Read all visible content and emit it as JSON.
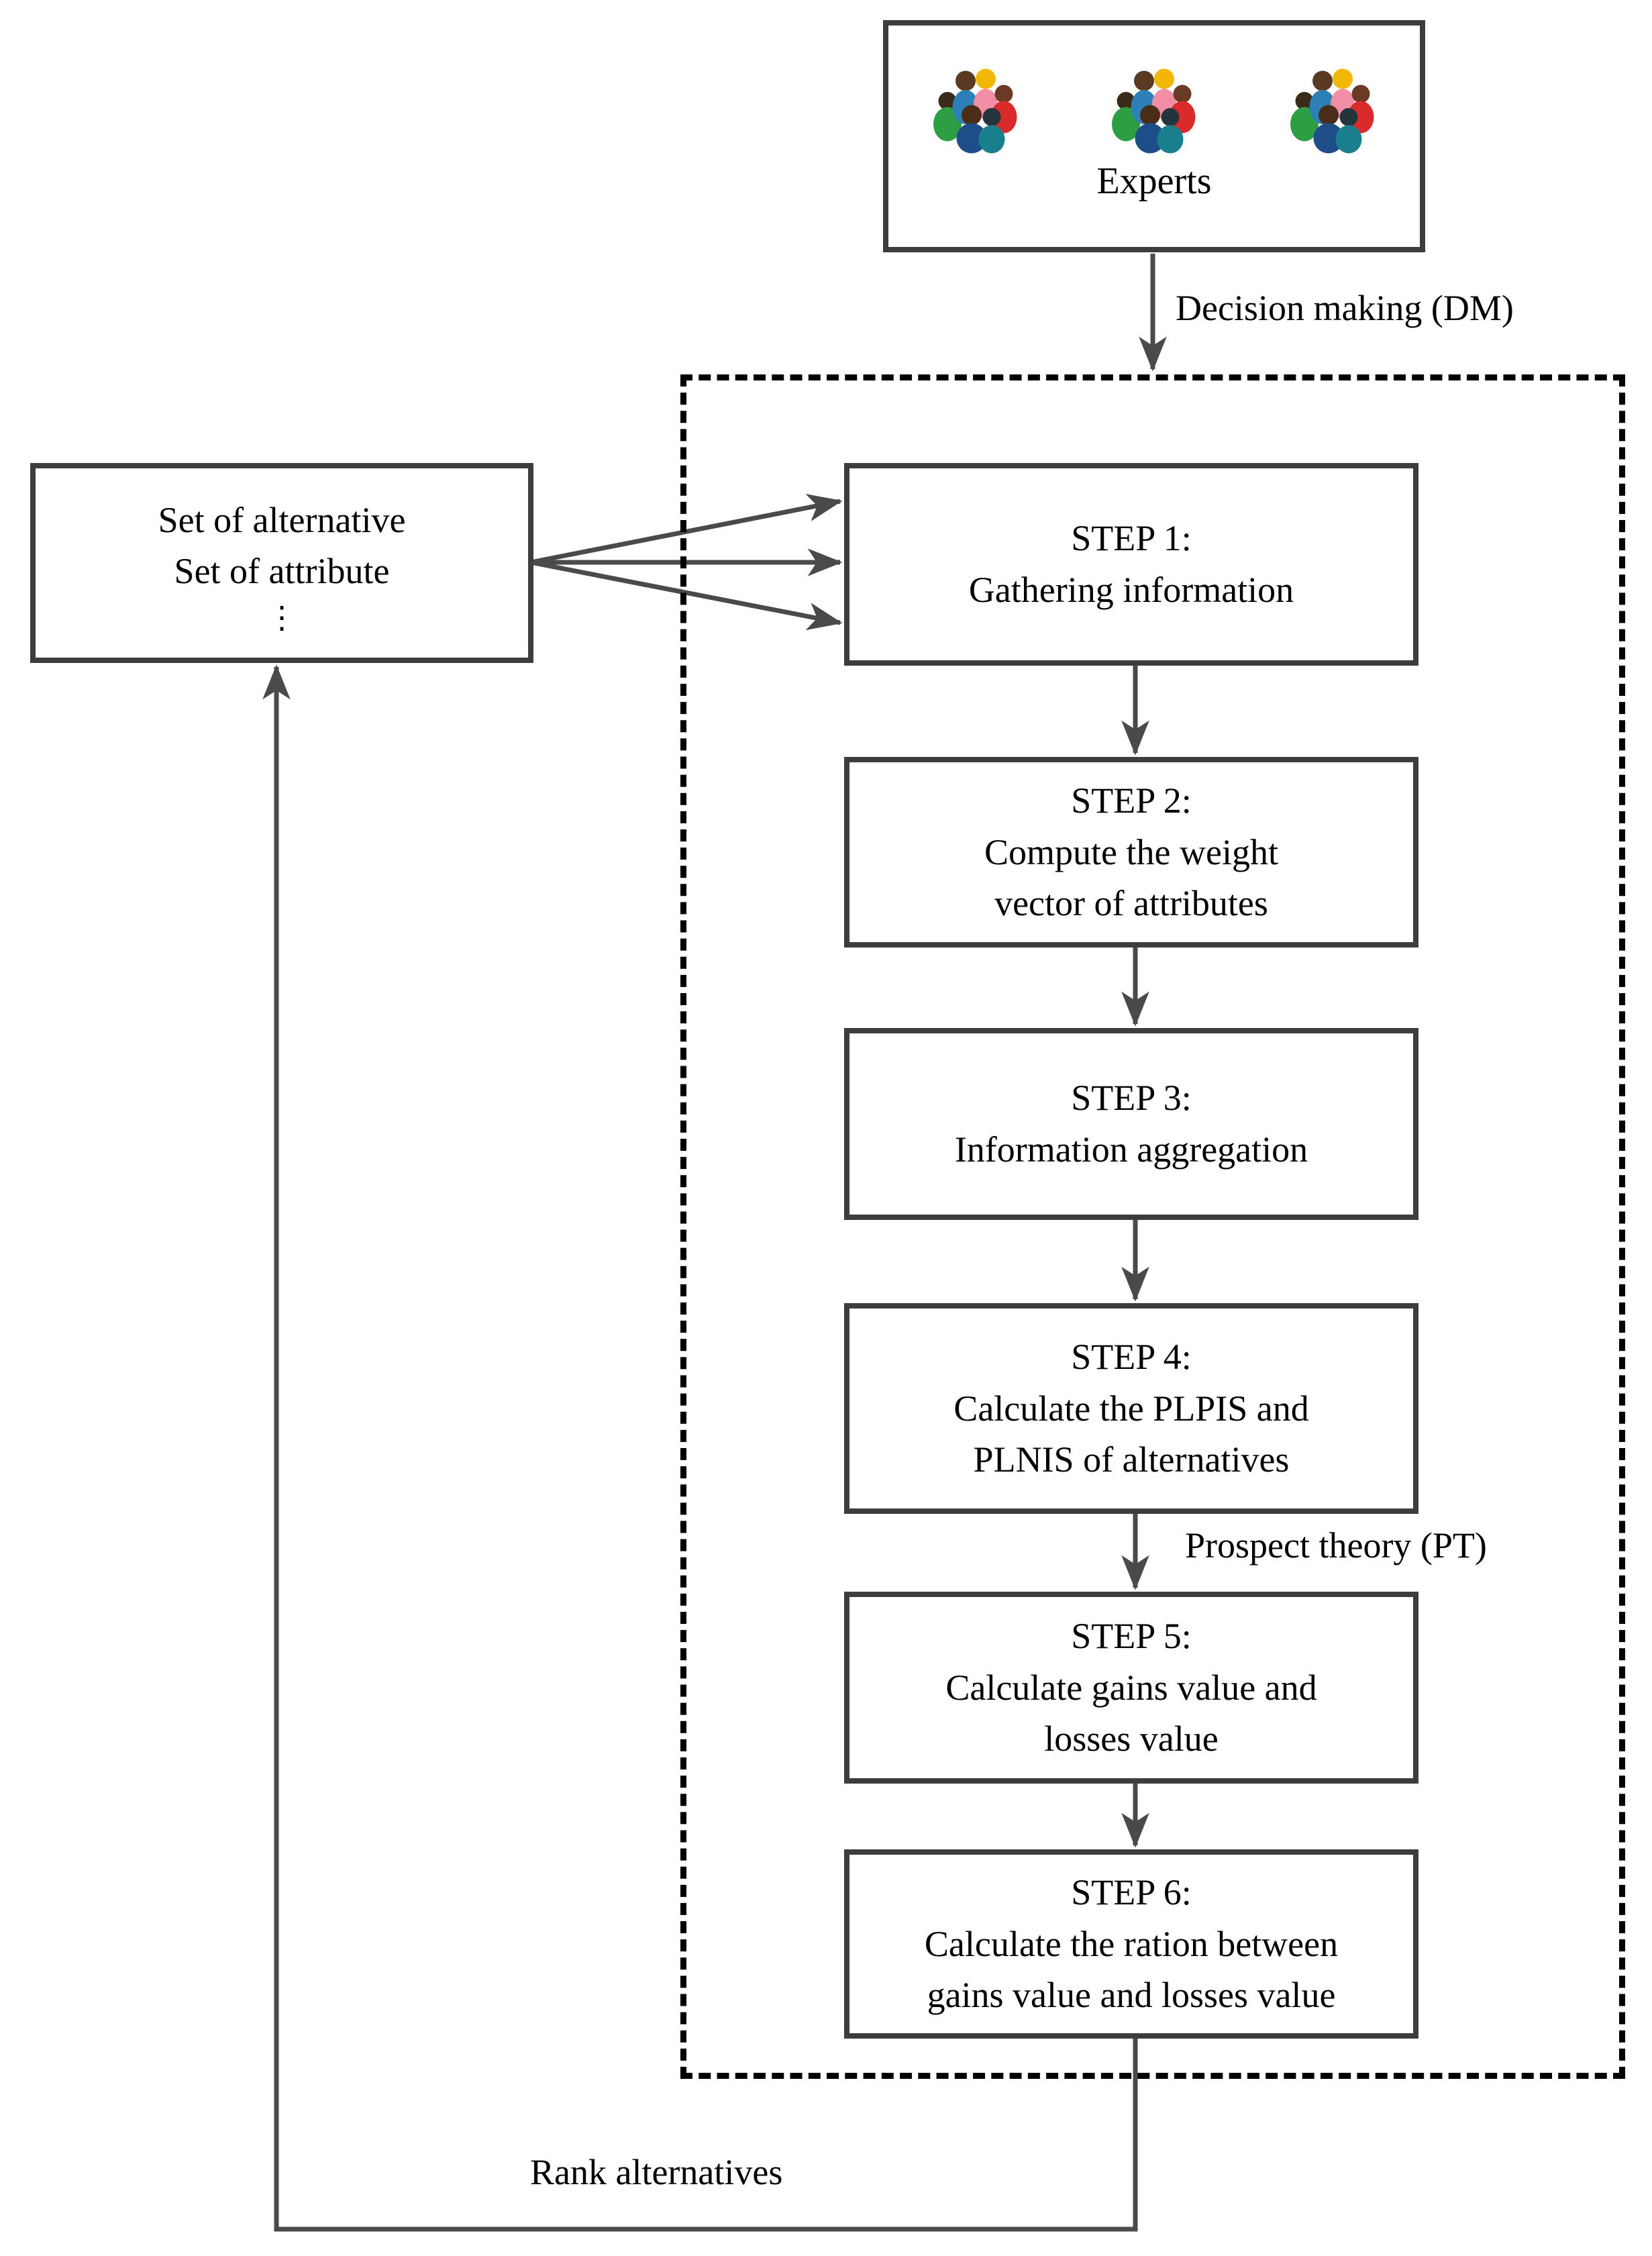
{
  "experts": {
    "label": "Experts",
    "group_icon": "people-group-icon",
    "group_count": 3
  },
  "input_box": {
    "text": "Set of alternative\nSet of attribute",
    "ellipsis": "⋮"
  },
  "flow_labels": {
    "decision_making": "Decision making (DM)",
    "prospect_theory": "Prospect theory (PT)",
    "rank_alternatives": "Rank alternatives"
  },
  "steps": [
    {
      "title": "STEP 1:",
      "body": "Gathering information"
    },
    {
      "title": "STEP 2:",
      "body": "Compute the weight\nvector of attributes"
    },
    {
      "title": "STEP 3:",
      "body": "Information aggregation"
    },
    {
      "title": "STEP 4:",
      "body": "Calculate the PLPIS and\nPLNIS of alternatives"
    },
    {
      "title": "STEP 5:",
      "body": "Calculate gains value and\nlosses value"
    },
    {
      "title": "STEP 6:",
      "body": "Calculate the ration between\ngains value and losses value"
    }
  ],
  "colors": {
    "box_border": "#3d3d3d",
    "connector": "#4a4a4a",
    "dashed_border": "#000000",
    "text": "#000000",
    "background": "#ffffff",
    "people_palette": [
      "#5a3a22",
      "#f2b705",
      "#f28da6",
      "#d92b2b",
      "#2e9e44",
      "#1d4e89",
      "#1a7f8c",
      "#2d7fb8"
    ]
  }
}
